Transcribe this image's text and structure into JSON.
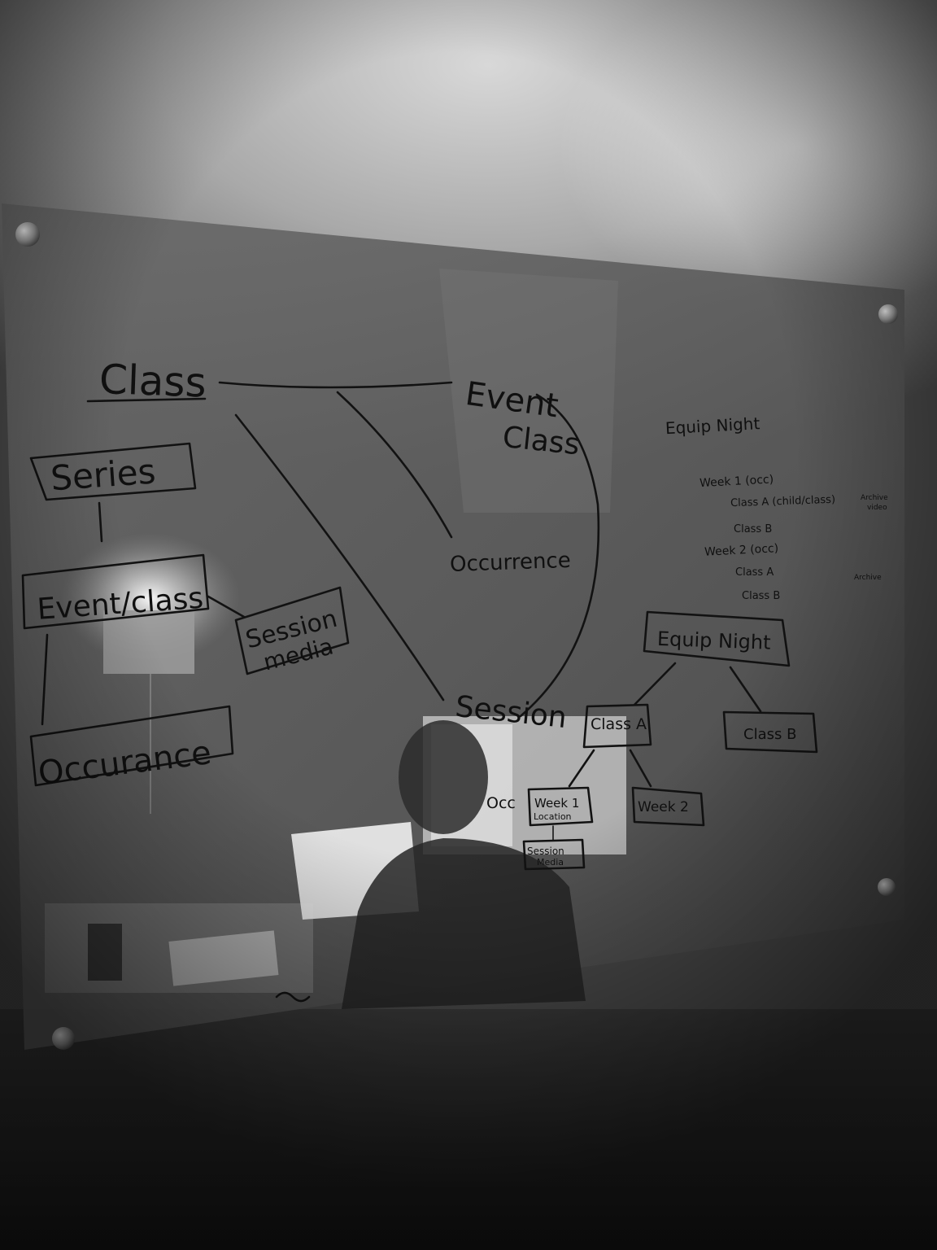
{
  "whiteboard": {
    "left_diagram": {
      "title": "Class",
      "series": "Series",
      "event_class": "Event/class",
      "session_media": [
        "Session",
        "media"
      ],
      "occurrence": "Occurance"
    },
    "center_diagram": {
      "event_class": [
        "Event",
        "Class"
      ],
      "occurrence": "Occurrence",
      "session": "Session"
    },
    "notes": {
      "title": "Equip Night",
      "lines": [
        "Week 1 (occ)",
        "Class A (child/class)",
        "Class B",
        "Week 2 (occ)",
        "Class A",
        "Class B"
      ],
      "side_notes": [
        "Archive",
        "video",
        "Archive"
      ]
    },
    "right_tree": {
      "root": "Equip Night",
      "child_a": "Class A",
      "child_b": "Class B",
      "occ_label": "Occ",
      "week1": [
        "Week 1",
        "Location"
      ],
      "week2": "Week 2",
      "session_media": [
        "Session",
        "Media"
      ]
    }
  }
}
